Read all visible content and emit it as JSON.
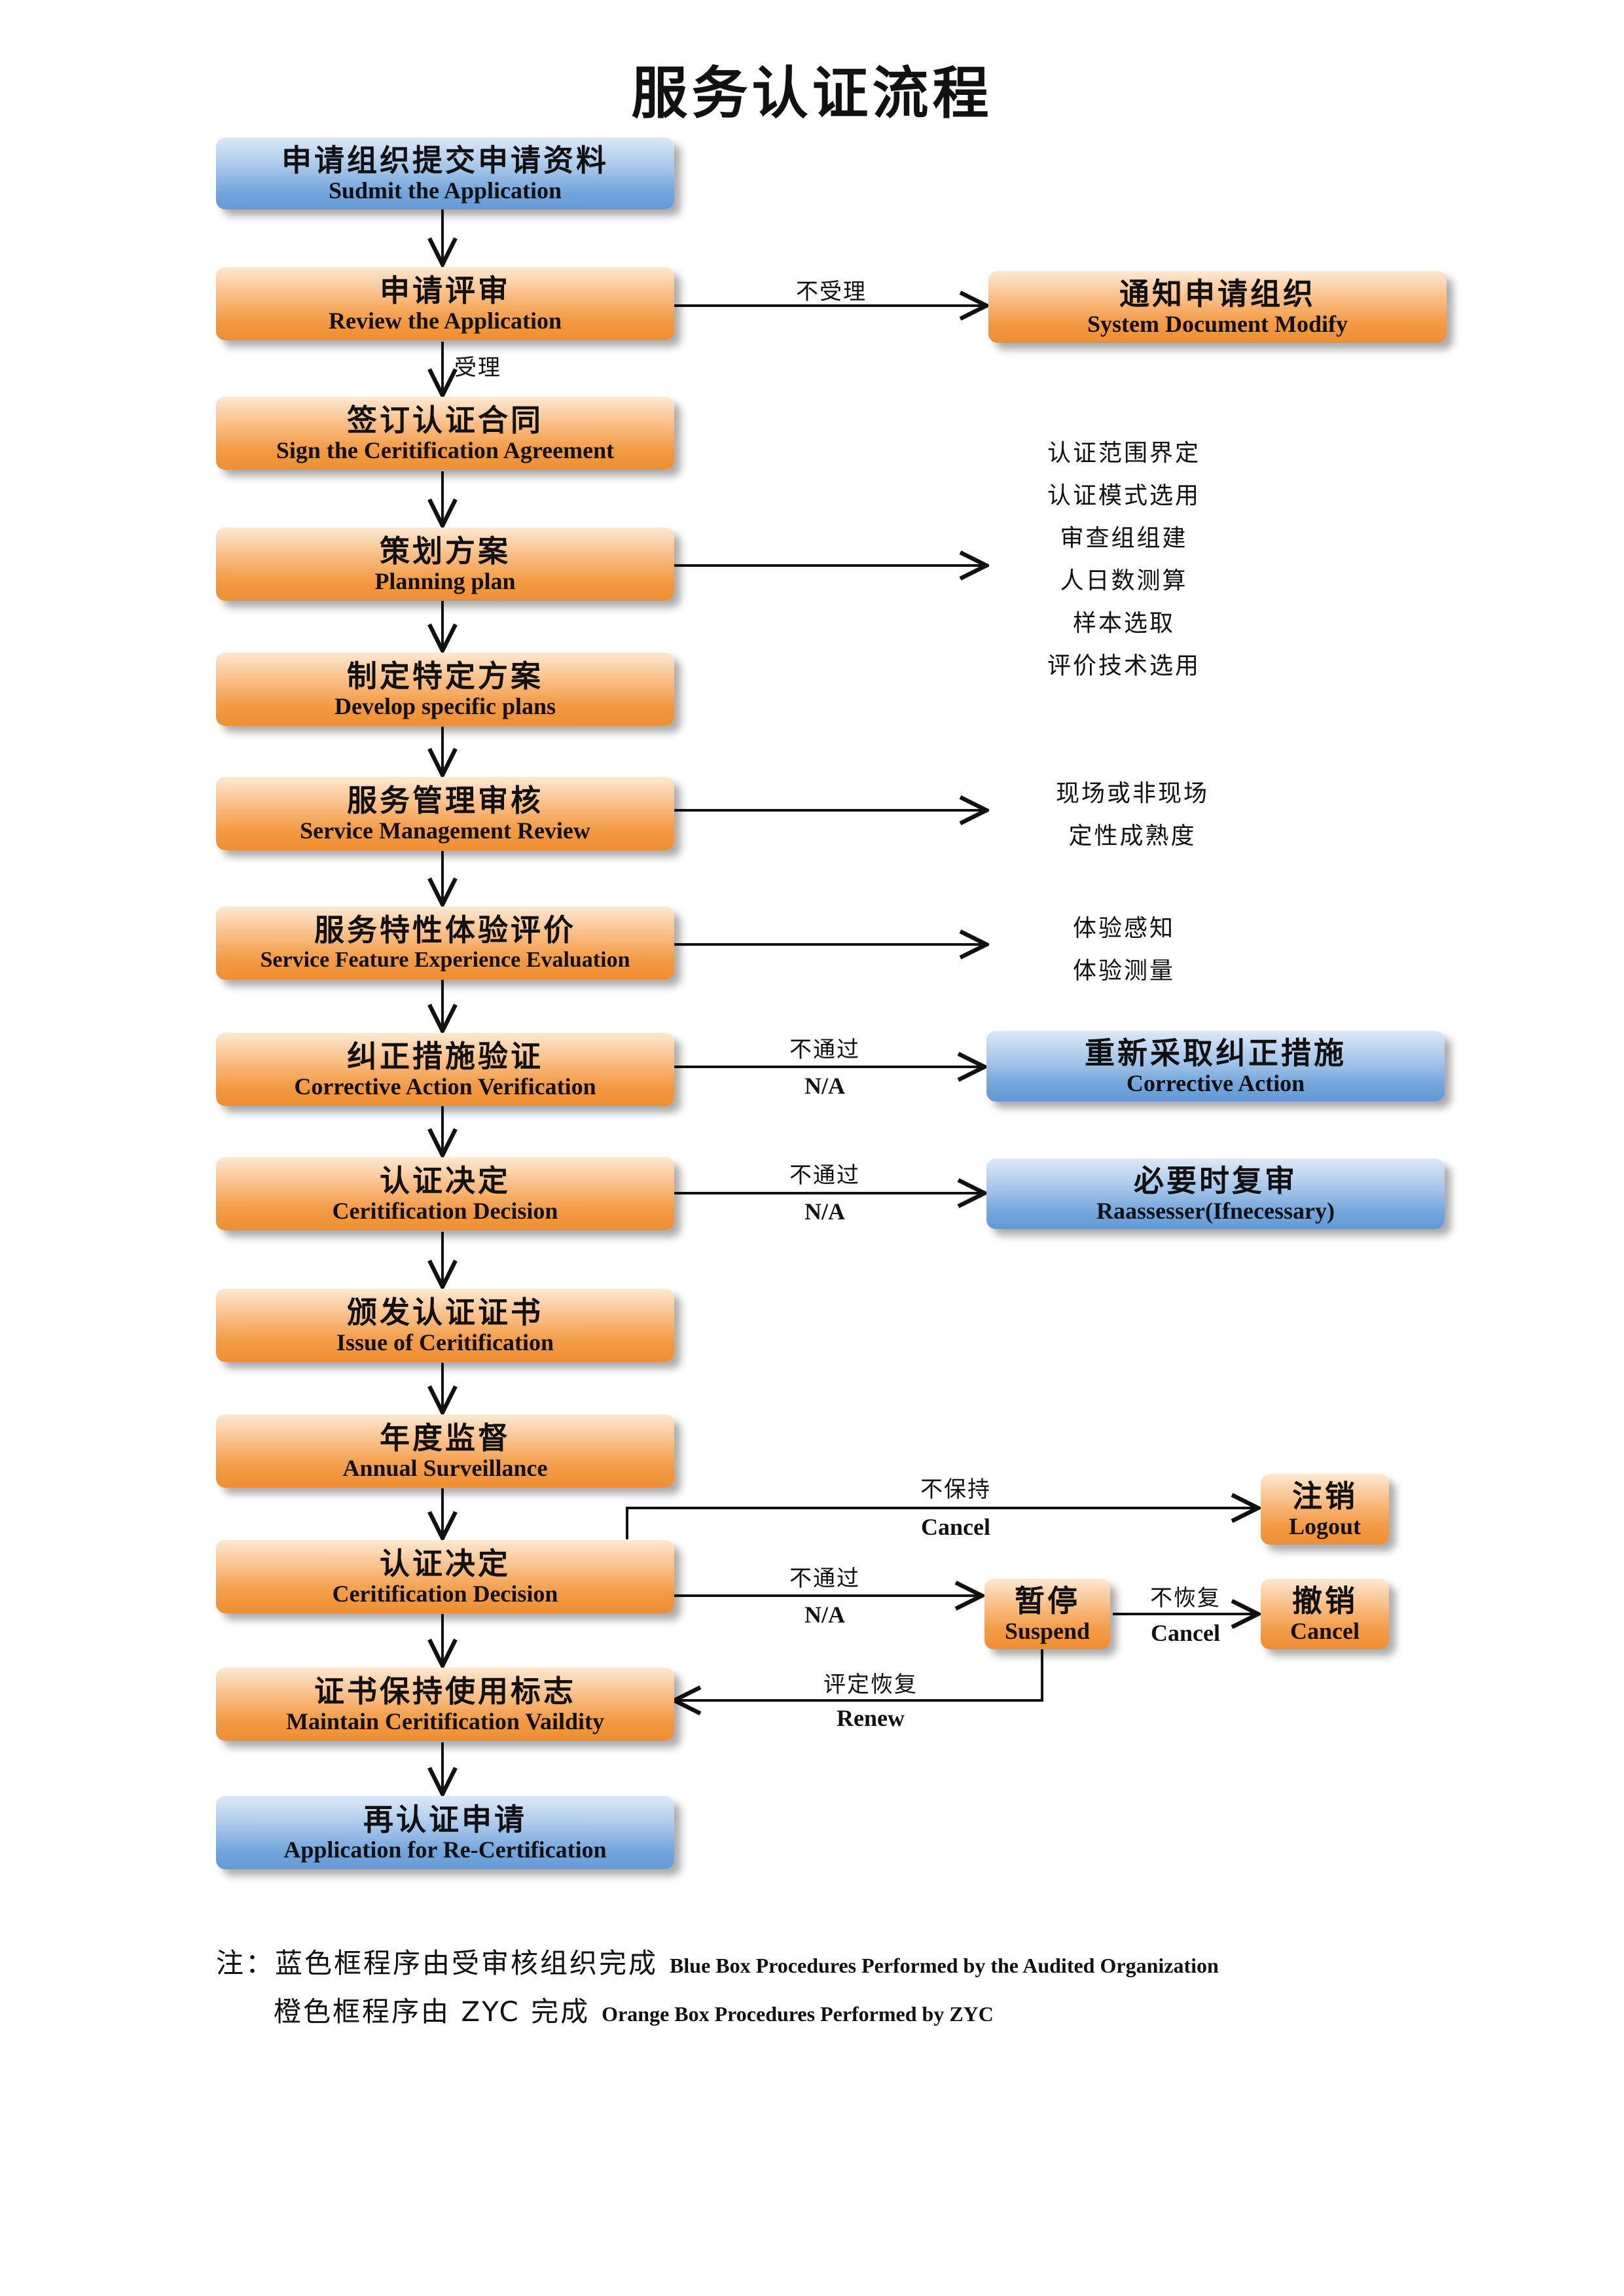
{
  "title": "服务认证流程",
  "main_steps": [
    {
      "zh": "申请组织提交申请资料",
      "en": "Sudmit the Application"
    },
    {
      "zh": "申请评审",
      "en": "Review the Application"
    },
    {
      "zh": "签订认证合同",
      "en": "Sign the Ceritification Agreement"
    },
    {
      "zh": "策划方案",
      "en": "Planning plan"
    },
    {
      "zh": "制定特定方案",
      "en": "Develop specific plans"
    },
    {
      "zh": "服务管理审核",
      "en": "Service Management Review"
    },
    {
      "zh": "服务特性体验评价",
      "en": "Service Feature Experience Evaluation"
    },
    {
      "zh": "纠正措施验证",
      "en": "Corrective Action Verification"
    },
    {
      "zh": "认证决定",
      "en": "Ceritification Decision"
    },
    {
      "zh": "颁发认证证书",
      "en": "Issue of Ceritification"
    },
    {
      "zh": "年度监督",
      "en": "Annual Surveillance"
    },
    {
      "zh": "认证决定",
      "en": "Ceritification Decision"
    },
    {
      "zh": "证书保持使用标志",
      "en": "Maintain Ceritification Vaildity"
    },
    {
      "zh": "再认证申请",
      "en": "Application for Re-Certification"
    }
  ],
  "side_boxes": {
    "notify": {
      "zh": "通知申请组织",
      "en": "System Document Modify"
    },
    "corrective": {
      "zh": "重新采取纠正措施",
      "en": "Corrective Action"
    },
    "reassess": {
      "zh": "必要时复审",
      "en": "Raassesser(Ifnecessary)"
    },
    "logout": {
      "zh": "注销",
      "en": "Logout"
    },
    "suspend": {
      "zh": "暂停",
      "en": "Suspend"
    },
    "cancel": {
      "zh": "撤销",
      "en": "Cancel"
    }
  },
  "edge_labels": {
    "not_accepted": "不受理",
    "accepted": "受理",
    "fail_1_zh": "不通过",
    "fail_1_en": "N/A",
    "fail_2_zh": "不通过",
    "fail_2_en": "N/A",
    "not_keep_zh": "不保持",
    "not_keep_en": "Cancel",
    "fail_3_zh": "不通过",
    "fail_3_en": "N/A",
    "not_restore_zh": "不恢复",
    "not_restore_en": "Cancel",
    "restore_zh": "评定恢复",
    "restore_en": "Renew"
  },
  "planning_notes": [
    "认证范围界定",
    "认证模式选用",
    "审查组组建",
    "人日数测算",
    "样本选取",
    "评价技术选用"
  ],
  "review_notes": [
    "现场或非现场",
    "定性成熟度"
  ],
  "experience_notes": [
    "体验感知",
    "体验测量"
  ],
  "footer": {
    "prefix": "注：",
    "blue_zh": "蓝色框程序由受审核组织完成",
    "blue_en": "Blue Box Procedures Performed by the Audited Organization",
    "orange_zh": "橙色框程序由 ZYC 完成",
    "orange_en": "Orange Box Procedures Performed by ZYC"
  },
  "colors": {
    "orange": "#f39b45",
    "blue": "#74a6dc",
    "arrow": "#111111"
  }
}
